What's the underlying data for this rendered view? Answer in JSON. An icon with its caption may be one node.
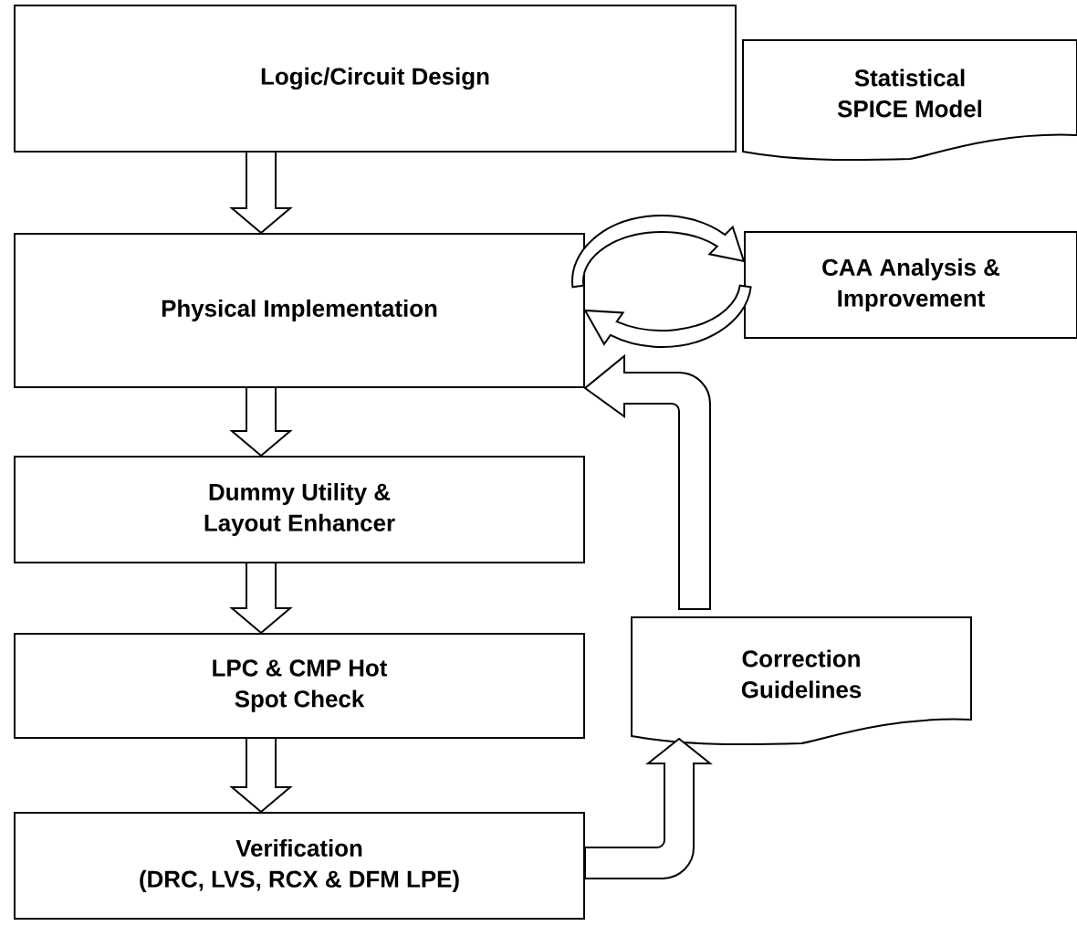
{
  "diagram": {
    "nodes": [
      {
        "text": [
          "Logic/Circuit Design"
        ]
      },
      {
        "text": [
          "Statistical SPICE Model"
        ]
      },
      {
        "text": [
          "Physical Implementation"
        ]
      },
      {
        "text": [
          "CAA Analysis & Improvement"
        ]
      },
      {
        "text": [
          "Dummy Utility & Layout Enhancer"
        ]
      },
      {
        "text": [
          "LPC & CMP Hot Spot Check"
        ]
      },
      {
        "text": [
          "Correction Guidelines"
        ]
      },
      {
        "text": [
          "Verification",
          "(DRC, LVS, RCX & DFM LPE)"
        ]
      }
    ],
    "edges": [
      {
        "from": 0,
        "to": 2,
        "arrow": "to"
      },
      {
        "from": 2,
        "to": 3,
        "arrow": "to"
      },
      {
        "from": 3,
        "to": 2,
        "arrow": "to"
      },
      {
        "from": 2,
        "to": 4,
        "arrow": "to"
      },
      {
        "from": 4,
        "to": 5,
        "arrow": "to"
      },
      {
        "from": 5,
        "to": 7,
        "arrow": "to"
      },
      {
        "from": 7,
        "to": 6,
        "arrow": "to"
      },
      {
        "from": 6,
        "to": 2,
        "arrow": "to"
      }
    ]
  }
}
